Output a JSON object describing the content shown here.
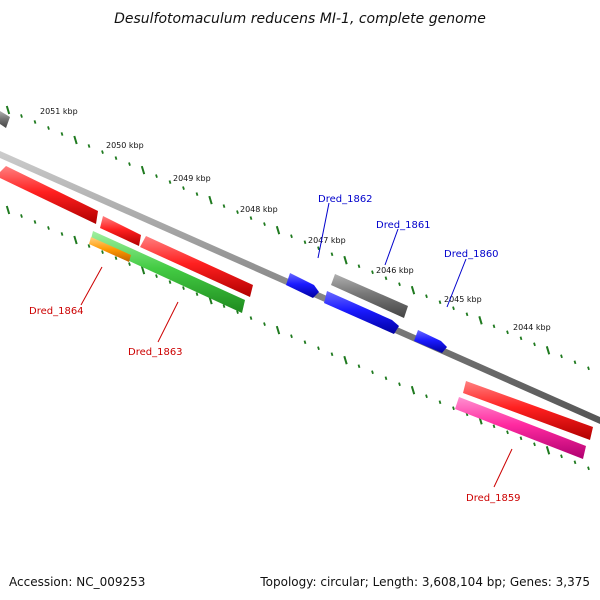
{
  "title": "Desulfotomaculum reducens MI-1, complete genome",
  "footer": {
    "accession": "Accession: NC_009253",
    "summary": "Topology: circular; Length: 3,608,104 bp; Genes: 3,375"
  },
  "ticks": [
    "2051 kbp",
    "2050 kbp",
    "2049 kbp",
    "2048 kbp",
    "2047 kbp",
    "2046 kbp",
    "2045 kbp",
    "2044 kbp"
  ],
  "genes": {
    "dred_1859": "Dred_1859",
    "dred_1860": "Dred_1860",
    "dred_1861": "Dred_1861",
    "dred_1862": "Dred_1862",
    "dred_1863": "Dred_1863",
    "dred_1864": "Dred_1864"
  },
  "colors": {
    "backbone": "#888888",
    "tick_green": "#1f7a1f",
    "red_gene": "#ff1a1a",
    "blue_gene": "#1010ee",
    "gray_gene": "#707070",
    "green_gene": "#44cc44",
    "orange_gene": "#ff9900",
    "pink_gene": "#ff2aa0",
    "red_label": "#cc0000",
    "blue_label": "#0000cc"
  }
}
